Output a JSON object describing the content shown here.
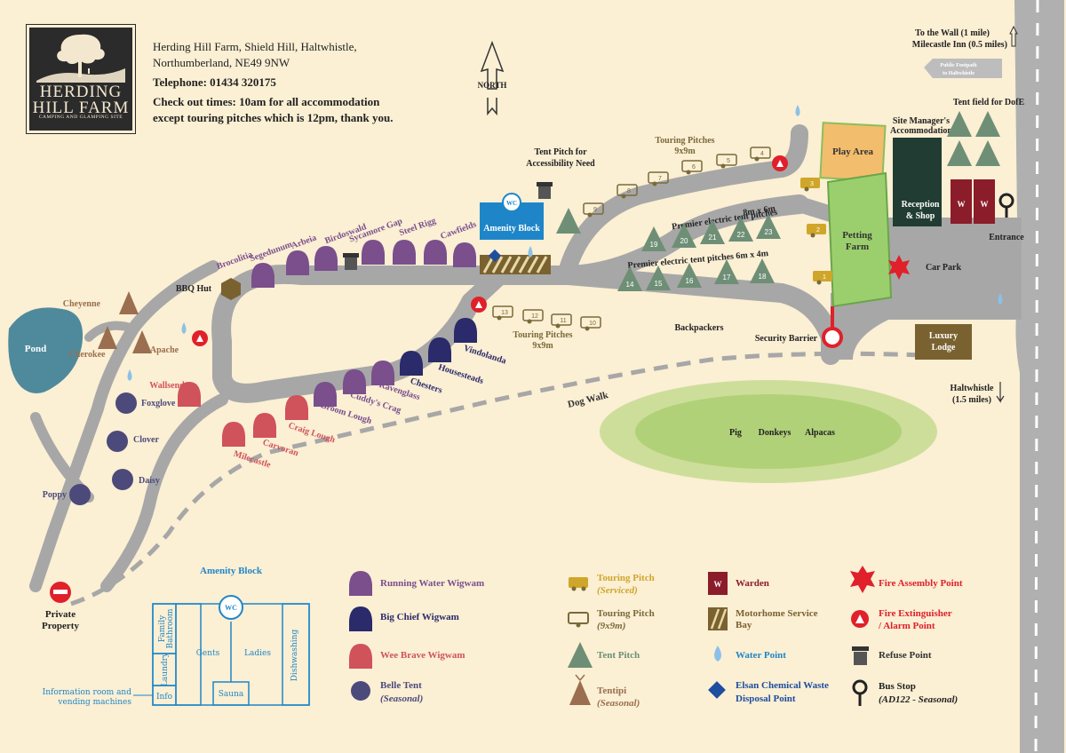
{
  "header": {
    "logo_line1": "HERDING",
    "logo_line2": "HILL FARM",
    "logo_sub": "CAMPING AND GLAMPING SITE",
    "address1": "Herding Hill Farm, Shield Hill, Haltwhistle,",
    "address2": "Northumberland, NE49 9NW",
    "telephone": "Telephone: 01434 320175",
    "checkout1": "Check out times: 10am for all accommodation",
    "checkout2": "except touring pitches which is 12pm, thank you."
  },
  "compass": "NORTH",
  "road": {
    "to_wall1": "To the Wall (1 mile)",
    "to_wall2": "Milecastle Inn (0.5 miles)",
    "footpath1": "Public Footpath",
    "footpath2": "to Haltwhistle",
    "haltwhistle1": "Haltwhistle",
    "haltwhistle2": "(1.5 miles)",
    "entrance": "Entrance"
  },
  "labels": {
    "pond": "Pond",
    "bbq": "BBQ Hut",
    "amenity": "Amenity Block",
    "wc": "WC",
    "tent_access1": "Tent Pitch for",
    "tent_access2": "Accessibility Need",
    "touring_top1": "Touring Pitches",
    "touring_top2": "9x9m",
    "touring_mid1": "Touring Pitches",
    "touring_mid2": "9x9m",
    "premier1a": "Premier electric tent pitches",
    "premier1b": "8m x 6m",
    "premier2": "Premier electric tent pitches 6m x 4m",
    "play": "Play Area",
    "petting1": "Petting",
    "petting2": "Farm",
    "manager1": "Site Manager's",
    "manager2": "Accommodation",
    "dofe": "Tent field for DofE",
    "reception1": "Reception",
    "reception2": "& Shop",
    "carpark": "Car Park",
    "backpackers": "Backpackers",
    "barrier": "Security Barrier",
    "luxury1": "Luxury",
    "luxury2": "Lodge",
    "dogwalk": "Dog Walk",
    "pig": "Pig",
    "donkeys": "Donkeys",
    "alpacas": "Alpacas",
    "private1": "Private",
    "private2": "Property",
    "warden": "W"
  },
  "wigwams_running": [
    "Brocolitia",
    "Segedunum",
    "Arbeia",
    "Birdoswald",
    "Sycamore Gap",
    "Steel Rigg",
    "Cawfields",
    "Cuddy's Crag",
    "Ravenglass",
    "Broom Lough"
  ],
  "wigwams_chief": [
    "Chesters",
    "Housesteads",
    "Vindolanda"
  ],
  "wigwams_brave": [
    "Wallsend",
    "Milecastle",
    "Carvoran",
    "Craig Lough"
  ],
  "tipis": [
    "Cheyenne",
    "Cherokee",
    "Apache"
  ],
  "belles": [
    "Foxglove",
    "Clover",
    "Daisy",
    "Poppy"
  ],
  "tent_pitches_8x6": [
    "19",
    "20",
    "21",
    "22",
    "23"
  ],
  "tent_pitches_6x4": [
    "14",
    "15",
    "16",
    "17",
    "18"
  ],
  "touring_top": [
    "1",
    "2",
    "3",
    "4",
    "5",
    "6",
    "7",
    "8",
    "9"
  ],
  "touring_mid": [
    "10",
    "11",
    "12",
    "13"
  ],
  "amenity_plan": {
    "title": "Amenity Block",
    "family1": "Family",
    "family2": "Bathroom",
    "laundry": "Laundry",
    "info": "Info",
    "gents": "Gents",
    "ladies": "Ladies",
    "sauna": "Sauna",
    "dish": "Dishwashing",
    "wc": "WC",
    "note1": "Information room and",
    "note2": "vending machines"
  },
  "legend": {
    "running": "Running Water Wigwam",
    "chief": "Big Chief Wigwam",
    "brave": "Wee Brave Wigwam",
    "belle1": "Belle Tent",
    "belle2": "(Seasonal)",
    "touring_s1": "Touring Pitch",
    "touring_s2": "(Serviced)",
    "touring_91": "Touring Pitch",
    "touring_92": "(9x9m)",
    "tentpitch": "Tent Pitch",
    "tentipi1": "Tentipi",
    "tentipi2": "(Seasonal)",
    "warden": "Warden",
    "motorhome1": "Motorhome Service",
    "motorhome2": "Bay",
    "water": "Water Point",
    "elsan1": "Elsan Chemical Waste",
    "elsan2": "Disposal Point",
    "fireassembly": "Fire Assembly Point",
    "fireext1": "Fire Extinguisher",
    "fireext2": "/ Alarm Point",
    "refuse": "Refuse Point",
    "bus1": "Bus Stop",
    "bus2": "(AD122 - Seasonal)"
  },
  "colors": {
    "background": "#fbefd4",
    "road": "#a7a7a7",
    "running": "#7a4f8c",
    "chief": "#2b2a6a",
    "brave": "#d0525a",
    "belle": "#4c4a7a",
    "tent": "#6e8f76",
    "tipi": "#9a6e4e",
    "touring_serviced": "#cfa62a",
    "touring_plain": "#7a6a3a",
    "warden": "#8b1c2a",
    "reception": "#213d33",
    "play": "#f3bd6e",
    "petting": "#9bcf6d",
    "luxury": "#7a6230",
    "amenity": "#1e86c8",
    "water": "#8cc1e7",
    "elsan": "#1d4ea0",
    "fire": "#e0202a",
    "pond": "#4f8a9c",
    "field": "#a8cf6a"
  }
}
